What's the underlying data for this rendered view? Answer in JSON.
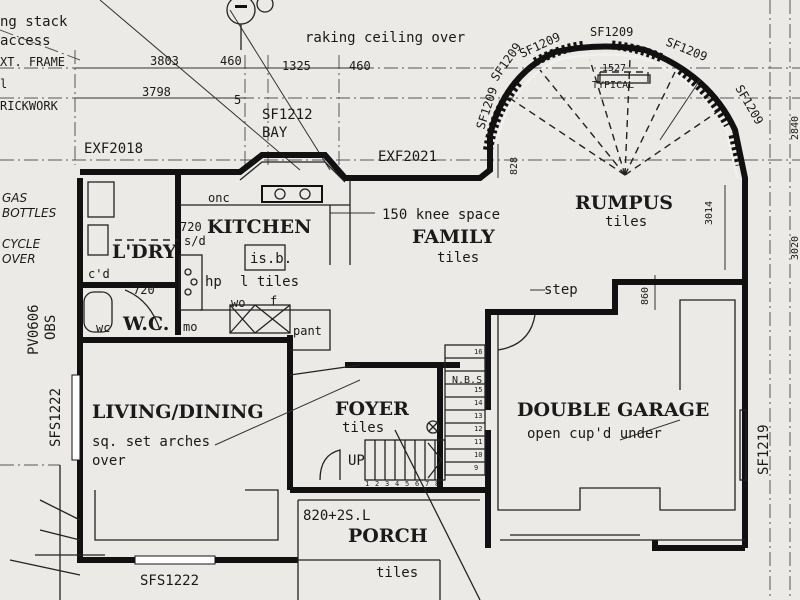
{
  "labels": {
    "top_left_notes": [
      "ng stack",
      "access",
      "XT. FRAME",
      "l",
      "RICKWORK"
    ],
    "dim_3803": "3803",
    "dim_460a": "460",
    "dim_1325": "1325",
    "dim_460b": "460",
    "dim_3798": "3798",
    "dim_5": "5",
    "raking_ceiling": "raking ceiling over",
    "sf1212": "SF1212",
    "bay": "BAY",
    "exf2018": "EXF2018",
    "exf2021": "EXF2021",
    "sf1209_a": "SF1209",
    "sf1209_b": "SF1209",
    "sf1209_c": "SF1209",
    "sf1209_d": "SF1209",
    "sf1209_e": "SF1209",
    "sf1209_f": "SF1209",
    "dim_1527": "1527",
    "typical": "TYPICAL",
    "dim_828": "828",
    "dim_3014": "3014",
    "dim_860": "860",
    "dim_2840": "2840",
    "dim_3020": "3020",
    "onc": "onc",
    "knee_space": "150 knee space",
    "kitchen": "KITCHEN",
    "s_d": "720\ns/d",
    "ldry": "L'DRY",
    "family": "FAMILY",
    "family_tiles": "tiles",
    "rumpus": "RUMPUS",
    "rumpus_tiles": "tiles",
    "isb": "is.b.",
    "hp": "hp",
    "l_tiles": "l tiles",
    "c_d": "c'd",
    "dim_720": "720",
    "wc_small": "wc",
    "wc": "W.C.",
    "wo": "wo",
    "f": "f",
    "mo": "mo",
    "pant": "pant",
    "step": "step",
    "pv0606": "PV0606",
    "obs": "OBS",
    "hand_notes": [
      "GAS",
      "BOTTLES",
      "CYCLE",
      "OVER"
    ],
    "living_dining": "LIVING/DINING",
    "sq_arches": "sq. set arches",
    "over": "over",
    "foyer": "FOYER",
    "foyer_tiles": "tiles",
    "nbs": "N.B.S.",
    "up": "UP",
    "double_garage": "DOUBLE GARAGE",
    "open_cupd": "open cup'd under",
    "sfs1222_side": "SFS1222",
    "sfs1222_bottom": "SFS1222",
    "sf1219": "SF1219",
    "dim_820": "820+2S.L",
    "porch": "PORCH",
    "porch_tiles": "tiles",
    "stair_numbers": [
      "1",
      "2",
      "3",
      "4",
      "5",
      "6",
      "7",
      "8",
      "9",
      "10",
      "11",
      "12",
      "13",
      "14",
      "15",
      "16"
    ]
  }
}
